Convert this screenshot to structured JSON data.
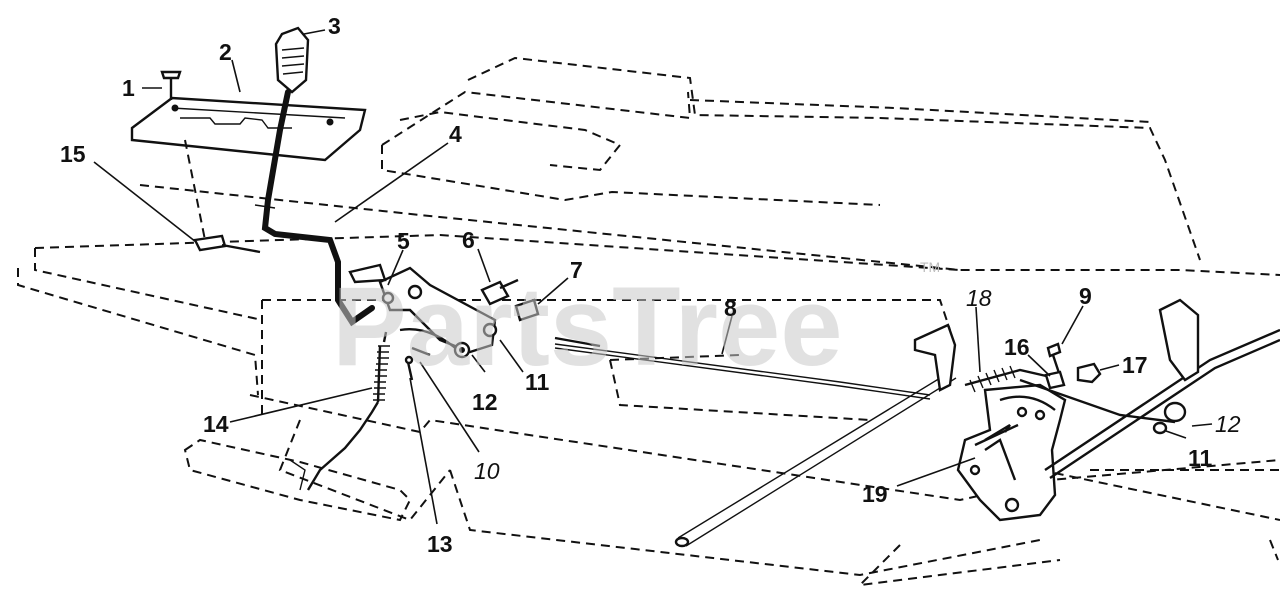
{
  "watermark": {
    "text": "PartsTree",
    "mark": "TM"
  },
  "callouts": [
    {
      "id": "c1",
      "text": "1"
    },
    {
      "id": "c2",
      "text": "2"
    },
    {
      "id": "c3",
      "text": "3"
    },
    {
      "id": "c4",
      "text": "4"
    },
    {
      "id": "c5",
      "text": "5"
    },
    {
      "id": "c6",
      "text": "6"
    },
    {
      "id": "c7",
      "text": "7"
    },
    {
      "id": "c8",
      "text": "8"
    },
    {
      "id": "c9",
      "text": "9"
    },
    {
      "id": "c10",
      "text": "10"
    },
    {
      "id": "c11a",
      "text": "11"
    },
    {
      "id": "c11b",
      "text": "11"
    },
    {
      "id": "c12a",
      "text": "12"
    },
    {
      "id": "c12b",
      "text": "12"
    },
    {
      "id": "c13",
      "text": "13"
    },
    {
      "id": "c14",
      "text": "14"
    },
    {
      "id": "c15",
      "text": "15"
    },
    {
      "id": "c16",
      "text": "16"
    },
    {
      "id": "c17",
      "text": "17"
    },
    {
      "id": "c18",
      "text": "18"
    },
    {
      "id": "c19",
      "text": "19"
    }
  ]
}
